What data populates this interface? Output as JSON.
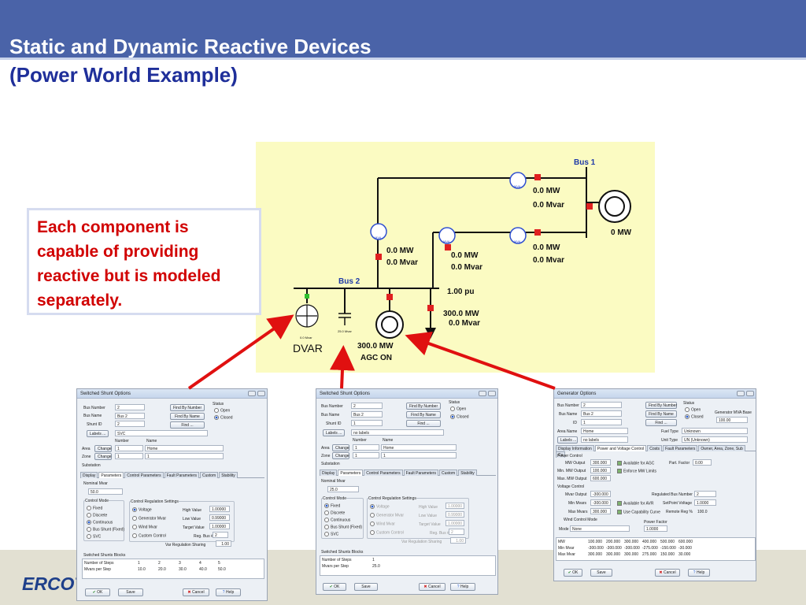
{
  "slide": {
    "title_line1": "Static and Dynamic Reactive Devices",
    "title_line2": "(Power World Example)",
    "note": "Each component is capable of providing reactive but is modeled separately.",
    "logo_text": "ERCOT"
  },
  "oneline": {
    "bus1_label": "Bus 1",
    "bus2_label": "Bus 2",
    "line_top_mw": "0.0 MW",
    "line_top_mvar": "0.0 Mvar",
    "gen1_mw": "0 MW",
    "line_mid_right_mw": "0.0 MW",
    "line_mid_right_mvar": "0.0 Mvar",
    "line_mid_left_mw": "0.0 MW",
    "line_mid_left_mvar": "0.0 Mvar",
    "line_left_mw": "0.0 MW",
    "line_left_mvar": "0.0 Mvar",
    "bus2_voltage": "1.00 pu",
    "load_mw": "300.0 MW",
    "load_mvar": "0.0 Mvar",
    "svc_label": "DVAR",
    "svc_small": "0.0 Mvar",
    "cap_small": "25.0 Mvar",
    "gen2_mw": "300.0 MW",
    "gen2_agc": "AGC ON",
    "mva_label": "MVA"
  },
  "dialog1": {
    "title": "Switched Shunt Options",
    "bus_number_label": "Bus Number",
    "bus_number": "2",
    "find_by_number": "Find By Number",
    "bus_name_label": "Bus Name",
    "bus_name": "Bus 2",
    "find_by_name": "Find By Name",
    "shunt_id_label": "Shunt ID",
    "shunt_id": "2",
    "find": "Find ...",
    "labels_btn": "Labels ...",
    "labels_value": "SVC",
    "status_label": "Status",
    "status_open": "Open",
    "status_closed": "Closed",
    "col_number": "Number",
    "col_name": "Name",
    "area_label": "Area",
    "zone_label": "Zone",
    "change": "Change",
    "area_number": "1",
    "area_name": "Home",
    "zone_number": "1",
    "zone_name": "1",
    "substation_label": "Substation",
    "tabs": [
      "Display",
      "Parameters",
      "Control Parameters",
      "Fault Parameters",
      "Custom",
      "Stability"
    ],
    "nominal_mvar_label": "Nominal Mvar",
    "nominal_mvar": "50.0",
    "control_mode_label": "Control Mode",
    "modes": [
      "Fixed",
      "Discrete",
      "Continuous",
      "Bus Shunt (Fixed)",
      "SVC"
    ],
    "reg_settings_label": "Control Regulation Settings",
    "reg_options": [
      "Voltage",
      "Generator Mvar",
      "Wind Mvar",
      "Custom Control"
    ],
    "high_value_label": "High Value",
    "high_value": "1.00000",
    "low_value_label": "Low Value",
    "low_value": "0.99000",
    "target_value_label": "Target Value",
    "target_value": "1.00000",
    "reg_bus_label": "Reg. Bus #",
    "reg_bus": "2",
    "var_sharing_label": "Var Regulation Sharing",
    "var_sharing": "1.00",
    "blocks_label": "Switched Shunts Blocks",
    "steps_label": "Number of Steps",
    "mvars_label": "Mvars per Step",
    "steps": [
      "1",
      "2",
      "3",
      "4",
      "5"
    ],
    "mvars": [
      "10.0",
      "20.0",
      "30.0",
      "40.0",
      "50.0"
    ],
    "ok": "OK",
    "save": "Save",
    "cancel": "Cancel",
    "help": "Help"
  },
  "dialog2": {
    "title": "Switched Shunt Options",
    "bus_number_label": "Bus Number",
    "bus_number": "2",
    "find_by_number": "Find By Number",
    "bus_name_label": "Bus Name",
    "bus_name": "Bus 2",
    "find_by_name": "Find By Name",
    "shunt_id_label": "Shunt ID",
    "shunt_id": "1",
    "find": "Find ...",
    "labels_btn": "Labels ...",
    "labels_value": "no labels",
    "status_label": "Status",
    "status_open": "Open",
    "status_closed": "Closed",
    "col_number": "Number",
    "col_name": "Name",
    "area_label": "Area",
    "zone_label": "Zone",
    "change": "Change",
    "area_number": "1",
    "area_name": "Home",
    "zone_number": "1",
    "zone_name": "1",
    "substation_label": "Substation",
    "tabs": [
      "Display",
      "Parameters",
      "Control Parameters",
      "Fault Parameters",
      "Custom",
      "Stability"
    ],
    "nominal_mvar_label": "Nominal Mvar",
    "nominal_mvar": "25.0",
    "control_mode_label": "Control Mode",
    "modes": [
      "Fixed",
      "Discrete",
      "Continuous",
      "Bus Shunt (Fixed)",
      "SVC"
    ],
    "reg_settings_label": "Control Regulation Settings",
    "reg_options": [
      "Voltage",
      "Generator Mvar",
      "Wind Mvar",
      "Custom Control"
    ],
    "high_value_label": "High Value",
    "high_value": "1.00000",
    "low_value_label": "Low Value",
    "low_value": "0.99000",
    "target_value_label": "Target Value",
    "target_value": "1.00000",
    "reg_bus_label": "Reg. Bus #",
    "reg_bus": "2",
    "var_sharing_label": "Var Regulation Sharing",
    "var_sharing": "1.00",
    "blocks_label": "Switched Shunts Blocks",
    "steps_label": "Number of Steps",
    "mvars_label": "Mvars per Step",
    "steps": [
      "1"
    ],
    "mvars": [
      "25.0"
    ],
    "ok": "OK",
    "save": "Save",
    "cancel": "Cancel",
    "help": "Help"
  },
  "dialog3": {
    "title": "Generator Options",
    "bus_number_label": "Bus Number",
    "bus_number": "2",
    "find_by_number": "Find By Number",
    "bus_name_label": "Bus Name",
    "bus_name": "Bus 2",
    "find_by_name": "Find By Name",
    "id_label": "ID",
    "id": "1",
    "find": "Find ...",
    "area_name_label": "Area Name",
    "area_name": "Home",
    "labels_btn": "Labels ...",
    "labels_value": "no labels",
    "status_label": "Status",
    "status_open": "Open",
    "status_closed": "Closed",
    "mva_base_label": "Generator MVA Base",
    "mva_base": "100.00",
    "fuel_type_label": "Fuel Type",
    "fuel_type": "Unknown",
    "unit_type_label": "Unit Type",
    "unit_type": "UN (Unknown)",
    "tabs": [
      "Display Information",
      "Power and Voltage Control",
      "Costs",
      "Fault Parameters",
      "Owner, Area, Zone, Sub",
      "Cu"
    ],
    "power_control_label": "Power Control",
    "mw_output_label": "MW Output",
    "mw_output": "300.000",
    "avail_agc": "Available for AGC",
    "part_factor_label": "Part. Factor",
    "part_factor": "0.00",
    "min_mw_label": "Min. MW Output",
    "min_mw": "100.000",
    "enforce_mw": "Enforce MW Limits",
    "max_mw_label": "Max. MW Output",
    "max_mw": "600.000",
    "voltage_control_label": "Voltage Control",
    "mvar_output_label": "Mvar Output",
    "mvar_output": "-300.000",
    "reg_bus_label": "Regulated Bus Number",
    "reg_bus": "2",
    "min_mvars_label": "Min Mvars",
    "min_mvars": "-300.000",
    "avail_avr": "Available for AVR",
    "setpoint_label": "SetPoint Voltage",
    "setpoint": "1.0000",
    "max_mvars_label": "Max Mvars",
    "max_mvars": "300.000",
    "use_cap_curve": "Use Capability Curve",
    "remote_reg_label": "Remote Reg %",
    "remote_reg": "100.0",
    "wind_mode_label": "Wind Control Mode",
    "mode_label": "Mode",
    "mode_value": "None",
    "power_factor_label": "Power Factor",
    "power_factor": "1.0000",
    "curve_rows": [
      {
        "label": "MW",
        "values": [
          "100.000",
          "200.000",
          "300.000",
          "400.000",
          "500.000",
          "600.000"
        ]
      },
      {
        "label": "Min Mvar",
        "values": [
          "-300.000",
          "-300.000",
          "-300.000",
          "-275.000",
          "-150.000",
          "-30.000"
        ]
      },
      {
        "label": "Max Mvar",
        "values": [
          "300.000",
          "300.000",
          "300.000",
          "275.000",
          "150.000",
          "30.000"
        ]
      }
    ],
    "ok": "OK",
    "save": "Save",
    "cancel": "Cancel",
    "help": "Help"
  }
}
